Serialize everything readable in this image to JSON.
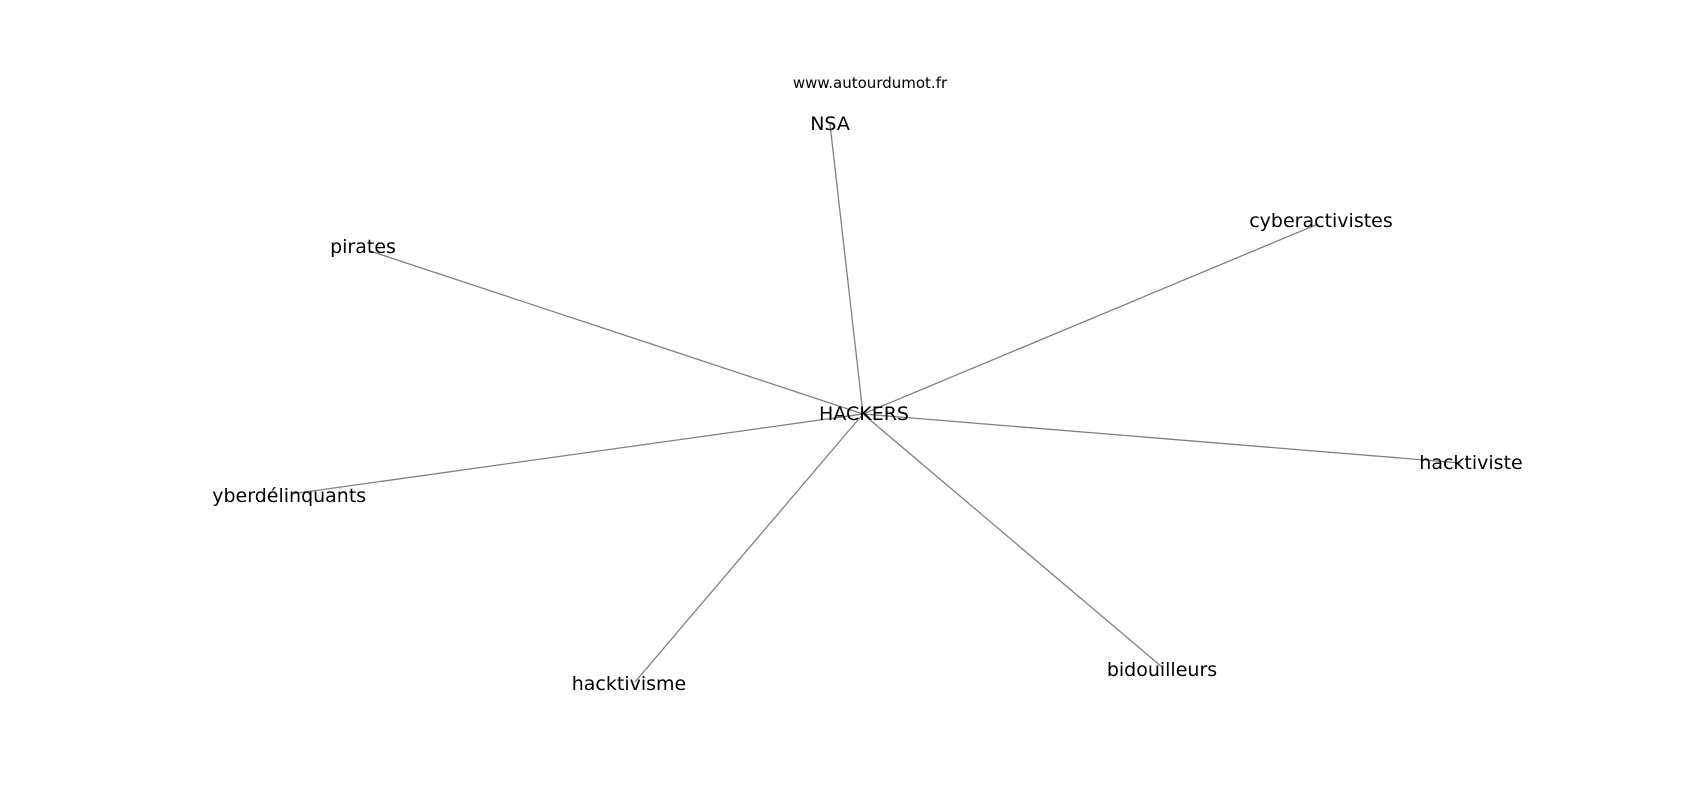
{
  "source": "www.autourdumot.fr",
  "center": "HACKERS",
  "words": [
    "NSA",
    "cyberactivistes",
    "pirates",
    "hacktiviste",
    "cyberdélinquants",
    "hacktivisme",
    "bidouilleurs"
  ],
  "colors": {
    "edge": "#808080",
    "text": "#000000",
    "background": "#ffffff"
  }
}
